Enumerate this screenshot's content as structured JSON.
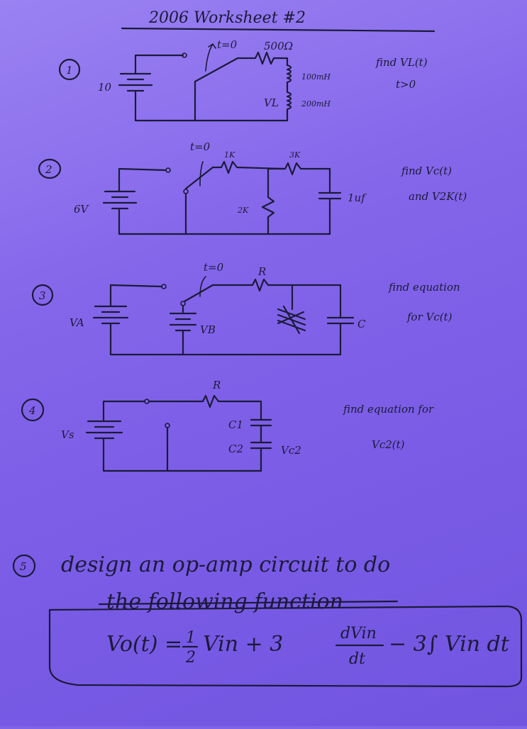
{
  "title": "2006 Worksheet #2",
  "problems": [
    {
      "number": "1",
      "source": "10",
      "switch_label": "t=0",
      "resistor": "500Ω",
      "inductor1": "100mH",
      "inductor2": "200mH",
      "voltage_label": "VL",
      "task_line1": "find VL(t)",
      "task_line2": "t>0"
    },
    {
      "number": "2",
      "source": "6V",
      "switch_label": "t=0",
      "resistor1": "1K",
      "resistor2": "3K",
      "resistor3": "2K",
      "capacitor": "1uf",
      "task_line1": "find Vc(t)",
      "task_line2": "and V2K(t)"
    },
    {
      "number": "3",
      "source_a": "VA",
      "source_b": "VB",
      "switch_label": "t=0",
      "resistor": "R",
      "capacitor": "C",
      "task_line1": "find equation",
      "task_line2": "for Vc(t)"
    },
    {
      "number": "4",
      "source": "Vs",
      "resistor": "R",
      "capacitor1": "C1",
      "capacitor2": "C2",
      "voltage_label": "Vc2",
      "task_line1": "find equation for",
      "task_line2": "Vc2(t)"
    },
    {
      "number": "5",
      "task_line1": "design an op-amp circuit to do",
      "task_line2": "the following function",
      "equation_lhs": "Vo(t) =",
      "frac1_num": "1",
      "frac1_den": "2",
      "term1_var": "Vin + 3",
      "frac2_num": "dVin",
      "frac2_den": "dt",
      "term3": "− 3∫ Vin dt"
    }
  ]
}
